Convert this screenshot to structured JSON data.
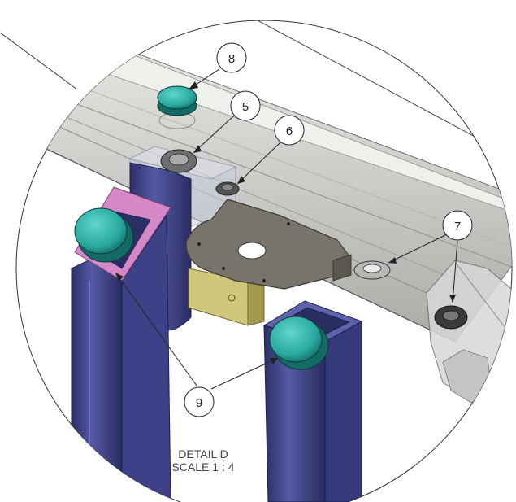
{
  "detail": {
    "title": "DETAIL D",
    "scale": "SCALE 1 : 4"
  },
  "balloons": [
    {
      "id": "balloon-8",
      "label": "8"
    },
    {
      "id": "balloon-5",
      "label": "5"
    },
    {
      "id": "balloon-6",
      "label": "6"
    },
    {
      "id": "balloon-7",
      "label": "7"
    },
    {
      "id": "balloon-9",
      "label": "9"
    }
  ],
  "colors": {
    "rail": "#c9ccc7",
    "tube": "#4b4f93",
    "tube_dark": "#2c2f66",
    "tube_top": "#d488c8",
    "cap": "#29a89f",
    "cap_top": "#3ec8bd",
    "bracket": "#77736a",
    "plate": "#d0c77a"
  }
}
